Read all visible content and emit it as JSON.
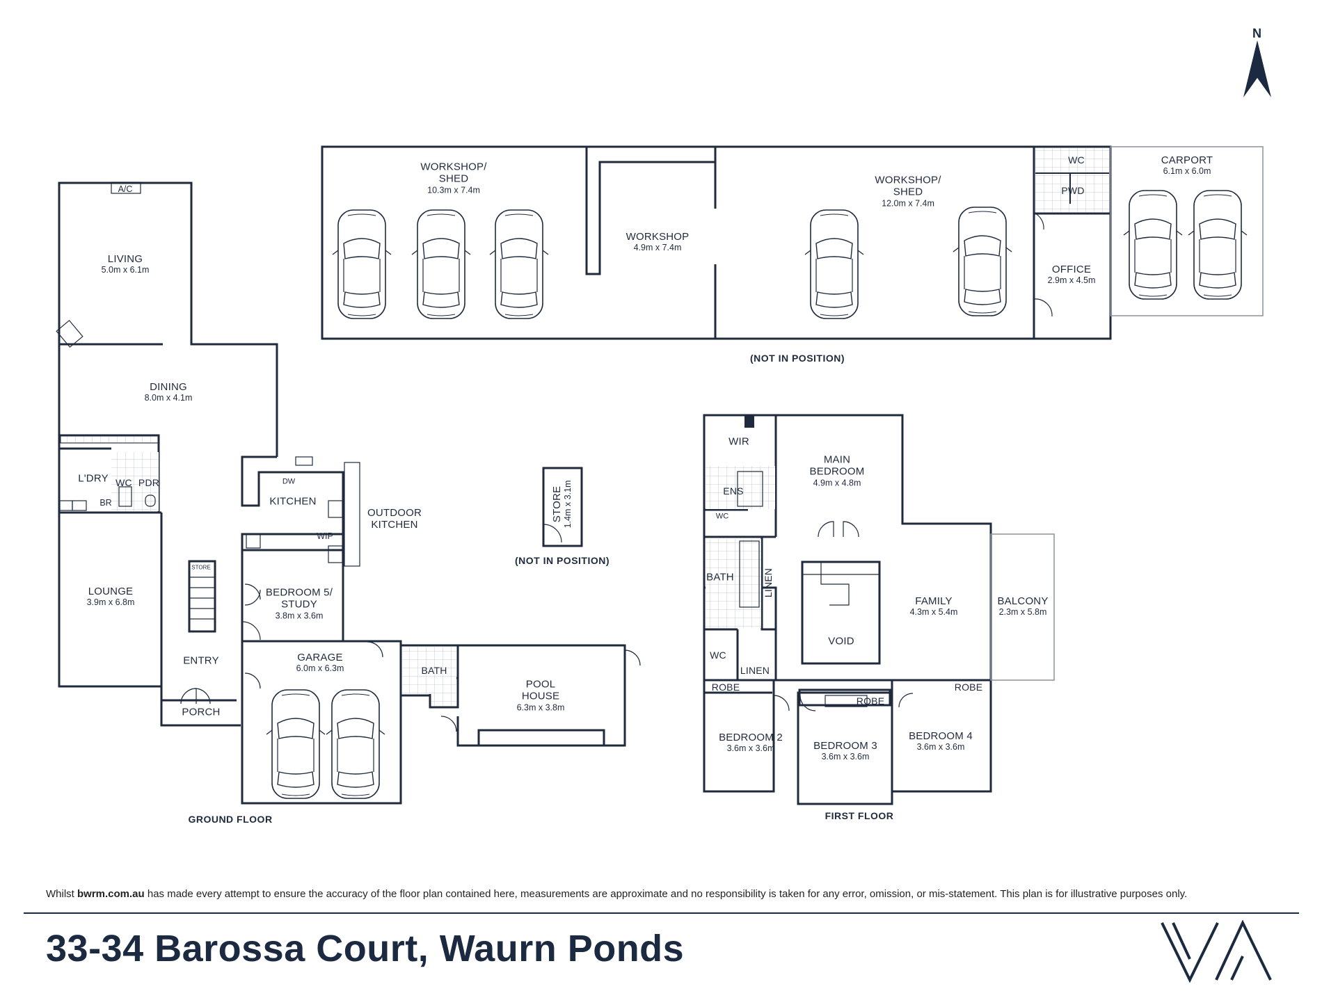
{
  "compass": {
    "label": "N",
    "icon": "north-arrow-icon"
  },
  "plan_notes": {
    "not_in_position_1": "(NOT IN POSITION)",
    "not_in_position_2": "(NOT IN POSITION)"
  },
  "captions": {
    "ground_floor": "GROUND FLOOR",
    "first_floor": "FIRST FLOOR"
  },
  "outbuildings": {
    "workshop_shed_1": {
      "name": "WORKSHOP/\nSHED",
      "dims": "10.3m x 7.4m"
    },
    "workshop": {
      "name": "WORKSHOP",
      "dims": "4.9m x 7.4m"
    },
    "workshop_shed_2": {
      "name": "WORKSHOP/\nSHED",
      "dims": "12.0m x 7.4m"
    },
    "wc": {
      "name": "WC"
    },
    "pwd": {
      "name": "PWD"
    },
    "office": {
      "name": "OFFICE",
      "dims": "2.9m x 4.5m"
    },
    "carport": {
      "name": "CARPORT",
      "dims": "6.1m x 6.0m"
    },
    "store": {
      "name": "STORE",
      "dims": "1.4m x 3.1m"
    }
  },
  "ground_floor": {
    "ac": "A/C",
    "living": {
      "name": "LIVING",
      "dims": "5.0m x 6.1m"
    },
    "dining": {
      "name": "DINING",
      "dims": "8.0m x 4.1m"
    },
    "laundry": "L'DRY",
    "wc": "WC",
    "pdr": "PDR",
    "br": "BR",
    "lounge": {
      "name": "LOUNGE",
      "dims": "3.9m x 6.8m"
    },
    "stair_store": "STORE",
    "entry": "ENTRY",
    "porch": "PORCH",
    "dw": "DW",
    "kitchen": "KITCHEN",
    "wip": "WIP",
    "outdoor_kitchen": "OUTDOOR\nKITCHEN",
    "bedroom5": {
      "name": "BEDROOM 5/\nSTUDY",
      "dims": "3.8m x 3.6m"
    },
    "garage": {
      "name": "GARAGE",
      "dims": "6.0m x 6.3m"
    },
    "bath": "BATH",
    "pool_house": {
      "name": "POOL\nHOUSE",
      "dims": "6.3m x 3.8m"
    }
  },
  "first_floor": {
    "wir": "WIR",
    "ens": "ENS",
    "wc1": "WC",
    "main_bedroom": {
      "name": "MAIN\nBEDROOM",
      "dims": "4.9m x 4.8m"
    },
    "bath": "BATH",
    "linen1": "LINEN",
    "wc2": "WC",
    "linen2": "LINEN",
    "void": "VOID",
    "family": {
      "name": "FAMILY",
      "dims": "4.3m x 5.4m"
    },
    "balcony": {
      "name": "BALCONY",
      "dims": "2.3m x 5.8m"
    },
    "robe1": "ROBE",
    "robe2": "ROBE",
    "robe3": "ROBE",
    "bedroom2": {
      "name": "BEDROOM 2",
      "dims": "3.6m x 3.6m"
    },
    "bedroom3": {
      "name": "BEDROOM 3",
      "dims": "3.6m x 3.6m"
    },
    "bedroom4": {
      "name": "BEDROOM 4",
      "dims": "3.6m x 3.6m"
    }
  },
  "footer": {
    "disclaimer_pre": "Whilst ",
    "disclaimer_site": "bwrm.com.au",
    "disclaimer_post": " has made every attempt to ensure the accuracy of the floor plan contained here, measurements are approximate and no responsibility is taken for any error, omission, or mis-statement. This plan is for illustrative purposes only.",
    "address": "33-34 Barossa Court, Waurn Ponds",
    "logo_icon": "va-logo-icon"
  },
  "colors": {
    "wall": "#1f2a3d",
    "navy": "#1b2a41",
    "text": "#1f2a3d"
  }
}
